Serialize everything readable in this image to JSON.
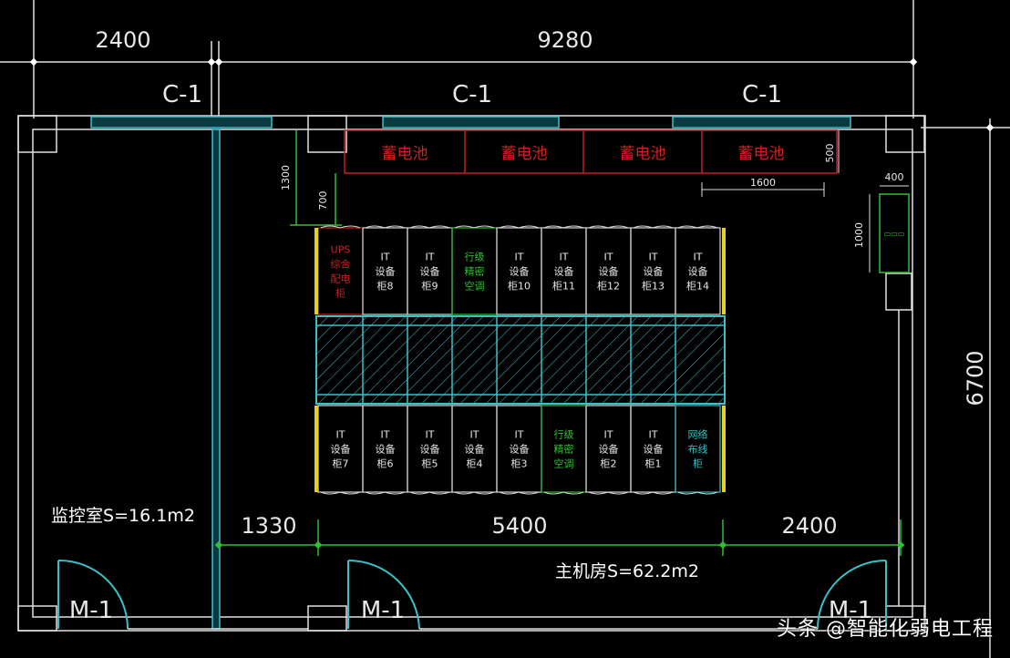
{
  "dimensions_top": {
    "left": "2400",
    "right": "9280"
  },
  "dimensions_bottom": {
    "a": "1330",
    "b": "5400",
    "c": "2400"
  },
  "dimension_right": "6700",
  "windows": {
    "w1": "C-1",
    "w2": "C-1",
    "w3": "C-1"
  },
  "doors": {
    "d1": "M-1",
    "d2": "M-1",
    "d3": "M-1"
  },
  "batteries": [
    "蓄电池",
    "蓄电池",
    "蓄电池",
    "蓄电池"
  ],
  "small_dims": {
    "battery_depth": "500",
    "battery_width": "1600",
    "rack_offset": "1300",
    "rack_offset2": "700",
    "cab_width": "400",
    "cab_height": "1000"
  },
  "top_row": [
    {
      "lines": [
        "UPS",
        "综合",
        "配电",
        "柜"
      ],
      "color": "#d02020"
    },
    {
      "lines": [
        "IT",
        "设备",
        "柜8"
      ],
      "color": "#e8e8e8"
    },
    {
      "lines": [
        "IT",
        "设备",
        "柜9"
      ],
      "color": "#e8e8e8"
    },
    {
      "lines": [
        "行级",
        "精密",
        "空调"
      ],
      "color": "#30c030"
    },
    {
      "lines": [
        "IT",
        "设备",
        "柜10"
      ],
      "color": "#e8e8e8"
    },
    {
      "lines": [
        "IT",
        "设备",
        "柜11"
      ],
      "color": "#e8e8e8"
    },
    {
      "lines": [
        "IT",
        "设备",
        "柜12"
      ],
      "color": "#e8e8e8"
    },
    {
      "lines": [
        "IT",
        "设备",
        "柜13"
      ],
      "color": "#e8e8e8"
    },
    {
      "lines": [
        "IT",
        "设备",
        "柜14"
      ],
      "color": "#e8e8e8"
    }
  ],
  "bottom_row": [
    {
      "lines": [
        "IT",
        "设备",
        "柜7"
      ],
      "color": "#e8e8e8"
    },
    {
      "lines": [
        "IT",
        "设备",
        "柜6"
      ],
      "color": "#e8e8e8"
    },
    {
      "lines": [
        "IT",
        "设备",
        "柜5"
      ],
      "color": "#e8e8e8"
    },
    {
      "lines": [
        "IT",
        "设备",
        "柜4"
      ],
      "color": "#e8e8e8"
    },
    {
      "lines": [
        "IT",
        "设备",
        "柜3"
      ],
      "color": "#e8e8e8"
    },
    {
      "lines": [
        "行级",
        "精密",
        "空调"
      ],
      "color": "#30c030"
    },
    {
      "lines": [
        "IT",
        "设备",
        "柜2"
      ],
      "color": "#e8e8e8"
    },
    {
      "lines": [
        "IT",
        "设备",
        "柜1"
      ],
      "color": "#e8e8e8"
    },
    {
      "lines": [
        "网络",
        "布线",
        "柜"
      ],
      "color": "#30c0c0"
    }
  ],
  "room_labels": {
    "monitor": "监控室S=16.1m2",
    "main": "主机房S=62.2m2"
  },
  "side_cabinet": "▭▭▭",
  "watermark": "头条 @智能化弱电工程"
}
